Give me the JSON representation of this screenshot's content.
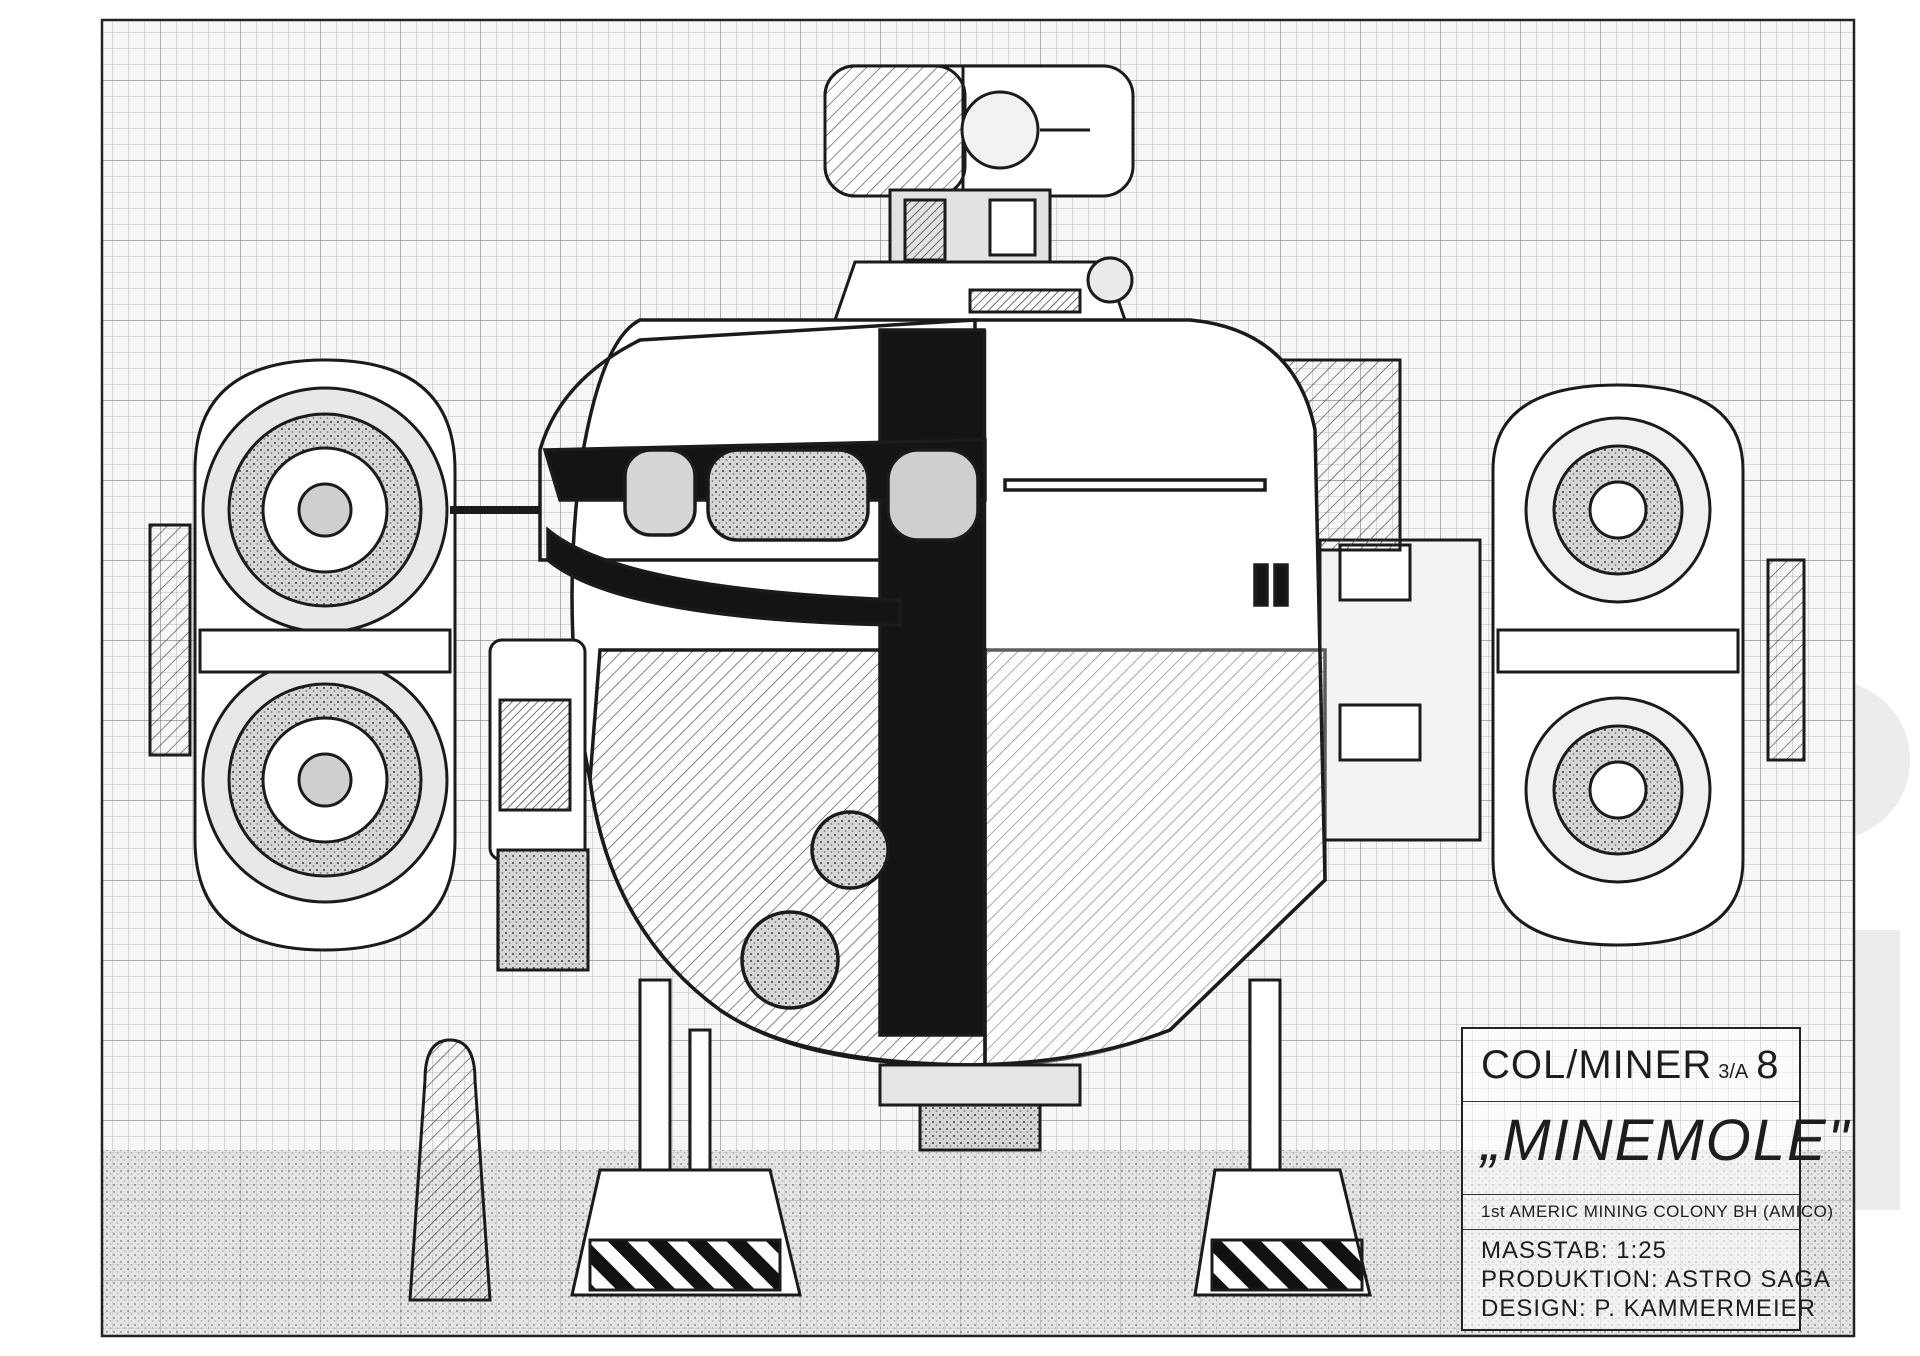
{
  "title_block": {
    "code_main": "COL/MINER",
    "code_sub": "3/A",
    "code_num": "8",
    "name": "„MINEMOLE\"",
    "org": "1st AMERIC MINING COLONY BH (AMICO)",
    "scale": "MASSTAB: 1:25",
    "production": "PRODUKTION: ASTRO SAGA",
    "design": "DESIGN: P. KAMMERMEIER"
  },
  "colors": {
    "ink": "#1b1b1b",
    "grid": "#9a9a9a",
    "paper": "#ffffff",
    "watermark": "#e9e9e9"
  }
}
